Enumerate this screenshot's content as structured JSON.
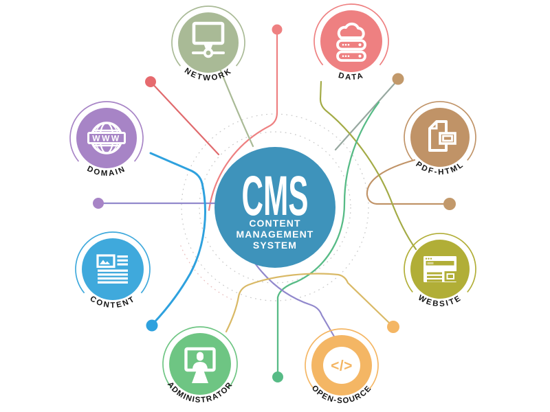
{
  "center": {
    "abbr": "CMS",
    "line1": "CONTENT",
    "line2": "MANAGEMENT",
    "line3": "SYSTEM",
    "color": "#3e93bb"
  },
  "nodes": [
    {
      "id": "network",
      "label": "NETWORK",
      "color": "#a9ba96",
      "icon": "network-monitor-icon"
    },
    {
      "id": "data",
      "label": "DATA",
      "color": "#ee8081",
      "icon": "cloud-server-icon"
    },
    {
      "id": "pdf-html",
      "label": "PDF-HTML",
      "color": "#c09367",
      "icon": "document-icon"
    },
    {
      "id": "website",
      "label": "WEBSITE",
      "color": "#b1ae37",
      "icon": "browser-window-icon"
    },
    {
      "id": "open-source",
      "label": "OPEN-SOURCE",
      "color": "#f4b664",
      "icon": "code-icon",
      "icon_text": "</>"
    },
    {
      "id": "administrator",
      "label": "ADMINISTRATOR",
      "color": "#6ec583",
      "icon": "admin-user-icon"
    },
    {
      "id": "content",
      "label": "CONTENT",
      "color": "#3fa9dc",
      "icon": "article-icon"
    },
    {
      "id": "domain",
      "label": "DOMAIN",
      "color": "#a784c6",
      "icon": "globe-icon",
      "icon_text": "WWW"
    }
  ],
  "accent_colors": {
    "red_line": "#e06a6d",
    "pink_line": "#ee8081",
    "sage_line": "#a9ba96",
    "gray_line": "#97a8a0",
    "tan_line": "#c09367",
    "olive_line": "#a3ab46",
    "green_line": "#57bb86",
    "violet_line": "#9188cc",
    "khaki_line": "#d9b966",
    "blue_line": "#2ea1de",
    "red_dot": "#e66a6e",
    "pink_dot": "#ee8081",
    "tan_dot": "#c2996b",
    "purple_dot": "#a784c6",
    "blue_dot": "#2ea1de",
    "green_dot": "#57bb86",
    "orange_dot": "#f4b664",
    "dashed_gray": "#c7c7c7",
    "dashed_pink": "#e8b9b9",
    "label_text": "#141414"
  }
}
